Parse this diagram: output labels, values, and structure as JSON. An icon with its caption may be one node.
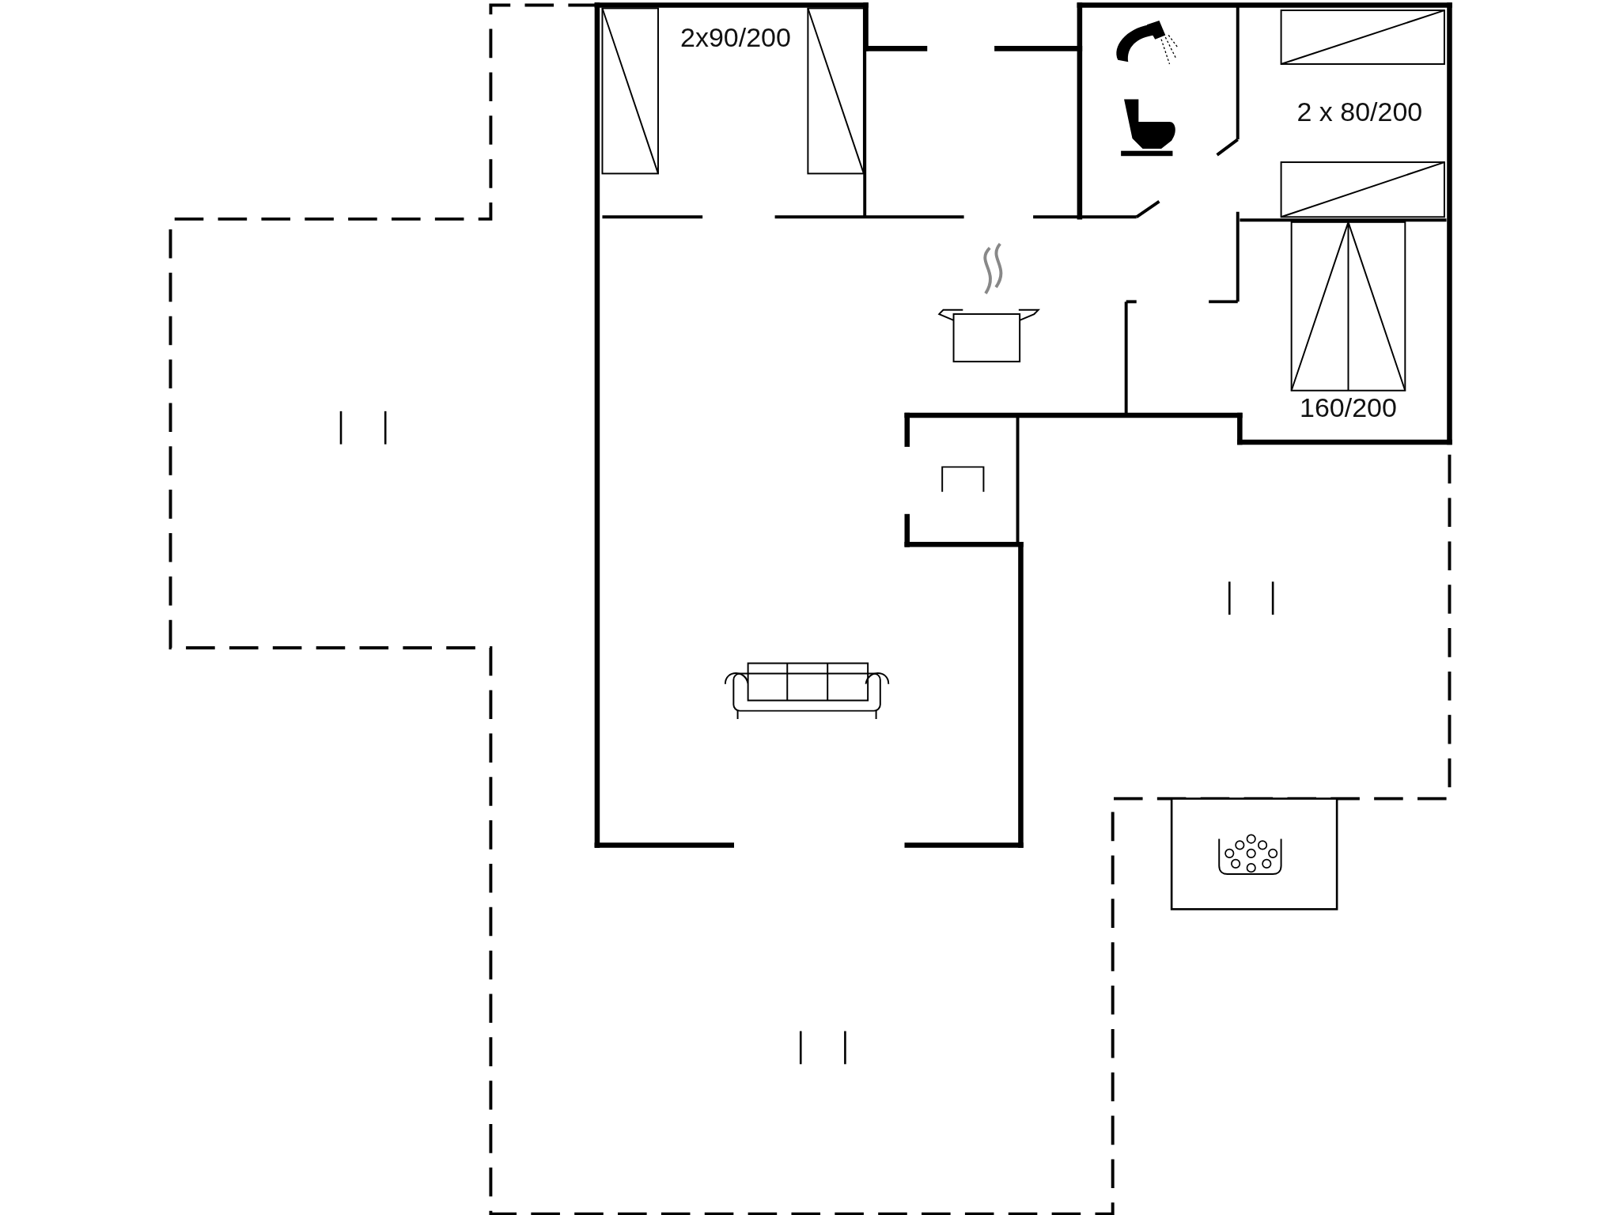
{
  "diagram": {
    "labels": [
      "2x90/200",
      "2 x 80/200",
      "160/200"
    ]
  }
}
